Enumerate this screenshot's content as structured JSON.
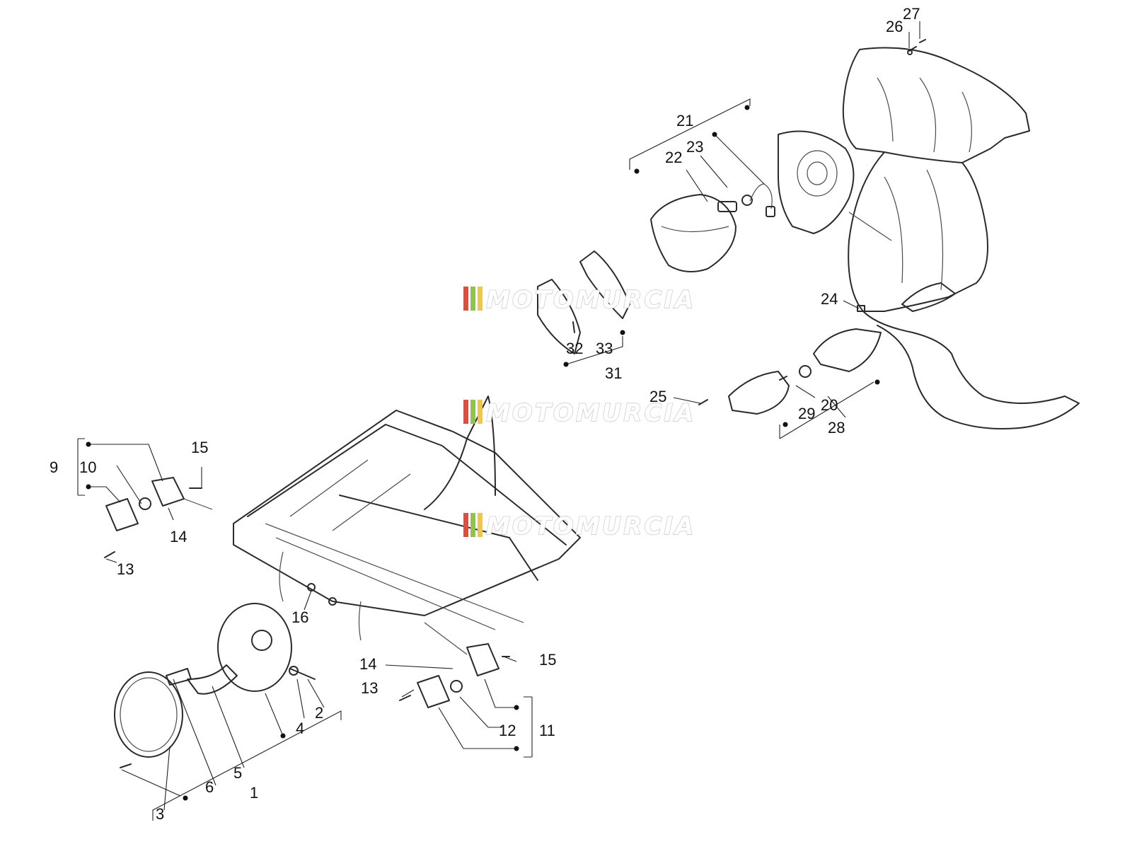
{
  "watermark": {
    "text": "MOTOMURCIA",
    "colors": [
      "#e84a3a",
      "#8fc34a",
      "#f3c644"
    ]
  },
  "labels": {
    "n1": "1",
    "n2": "2",
    "n3": "3",
    "n4": "4",
    "n5": "5",
    "n6": "6",
    "n9": "9",
    "n10": "10",
    "n11": "11",
    "n12": "12",
    "n13a": "13",
    "n13b": "13",
    "n14a": "14",
    "n14b": "14",
    "n15a": "15",
    "n15b": "15",
    "n16": "16",
    "n20": "20",
    "n21": "21",
    "n22": "22",
    "n23": "23",
    "n24": "24",
    "n25": "25",
    "n26": "26",
    "n27": "27",
    "n28": "28",
    "n29": "29",
    "n31": "31",
    "n32": "32",
    "n33": "33"
  }
}
